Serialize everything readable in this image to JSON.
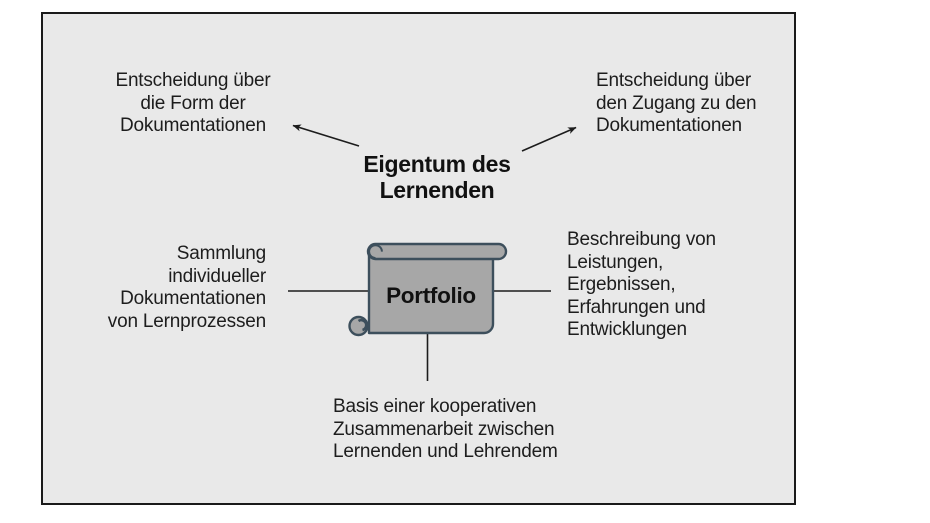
{
  "diagram": {
    "center": {
      "label": "Portfolio"
    },
    "owner_title": "Eigentum des\nLernenden",
    "nodes": {
      "top_left": "Entscheidung über\ndie Form der\nDokumentationen",
      "top_right": "Entscheidung über\nden Zugang zu den\nDokumentationen",
      "left": "Sammlung\nindividueller\nDokumentationen\nvon Lernprozessen",
      "right": "Beschreibung von\nLeistungen,\nErgebnissen,\nErfahrungen und\nEntwicklungen",
      "bottom": "Basis einer kooperativen\nZusammenarbeit zwischen\nLernenden und Lehrendem"
    },
    "colors": {
      "page_background": "#ffffff",
      "frame_background": "#e9e9e9",
      "frame_border": "#1a1a1a",
      "scroll_fill": "#a7a7a7",
      "scroll_stroke": "#3d4f5c",
      "connector": "#1c1c1c",
      "text": "#1d1d1d"
    }
  }
}
